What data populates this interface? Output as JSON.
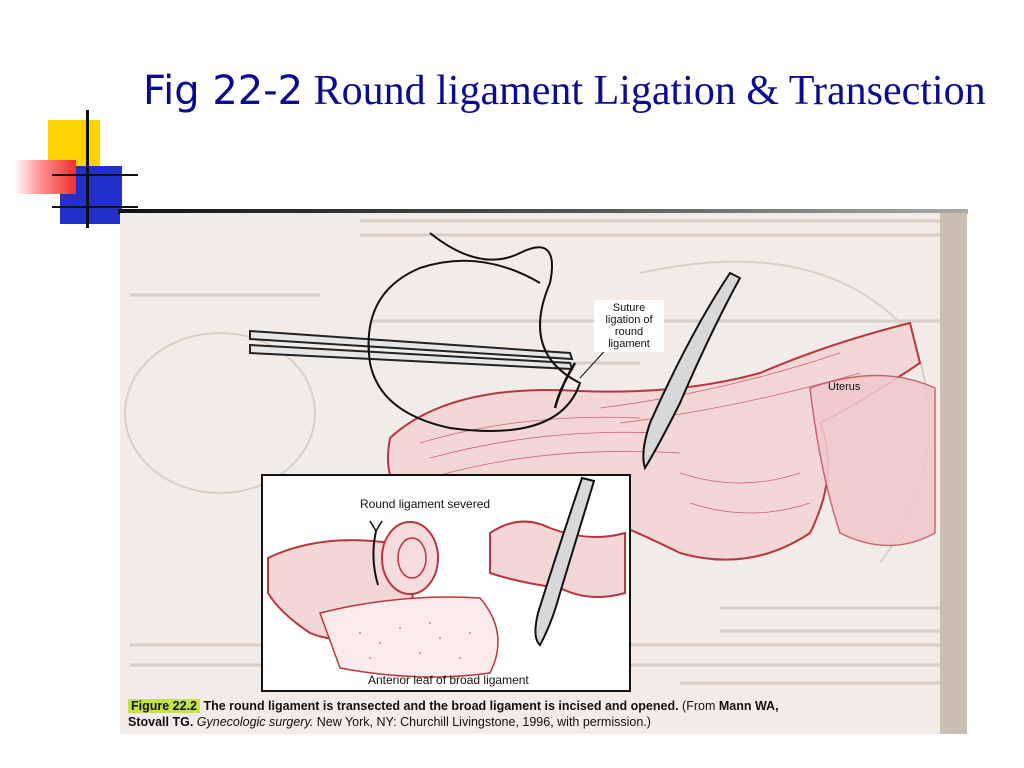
{
  "slide": {
    "title_prefix": "Fig 22-2",
    "title_text": " Round ligament Ligation & Transection"
  },
  "figure": {
    "labels": {
      "suture": "Suture ligation of round ligament",
      "uterus": "Uterus",
      "severed": "Round ligament severed",
      "anterior": "Anterior leaf of broad ligament"
    },
    "caption": {
      "figure_number": "Figure 22.2",
      "bold_text": " The round ligament is transected and the broad ligament is incised and opened.",
      "from_text": " (From ",
      "author_bold_1": "Mann WA,",
      "author_bold_2": "Stovall TG.",
      "book_italic": " Gynecologic surgery.",
      "publisher": " New York, NY: Churchill Livingstone, 1996, with permission.)"
    }
  },
  "colors": {
    "title": "#0b0b8f",
    "tissue": "#b8373f",
    "caption_highlight": "#c6e24a"
  }
}
